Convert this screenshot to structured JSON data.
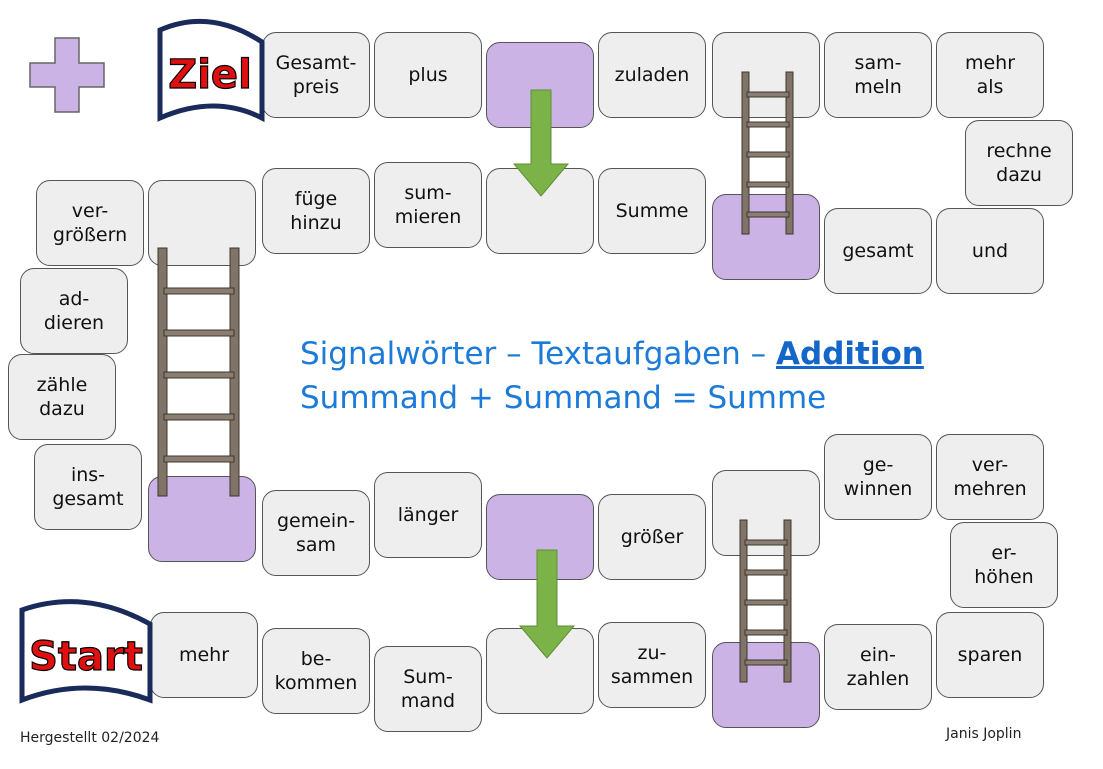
{
  "plus_symbol": "plus-icon",
  "colors": {
    "tile": "#eeeeee",
    "special": "#cbb3e6",
    "title": "#1c7ad9",
    "arrow": "#7bb348",
    "flag_text": "#e01010",
    "flag_border": "#1a2a5a"
  },
  "flags": {
    "goal": "Ziel",
    "start": "Start"
  },
  "tiles": [
    "Gesamt-\npreis",
    "plus",
    "",
    "zuladen",
    "",
    "sam-\nmeln",
    "mehr\nals",
    "rechne\ndazu",
    "ver-\ngrößern",
    "",
    "füge\nhinzu",
    "sum-\nmieren",
    "",
    "Summe",
    "",
    "gesamt",
    "und",
    "ad-\ndieren",
    "zähle\ndazu",
    "ins-\ngesamt",
    "",
    "gemein-\nsam",
    "länger",
    "",
    "größer",
    "",
    "ge-\nwinnen",
    "ver-\nmehren",
    "er-\nhöhen",
    "mehr",
    "be-\nkommen",
    "Sum-\nmand",
    "",
    "zu-\nsammen",
    "",
    "ein-\nzahlen",
    "sparen"
  ],
  "title": {
    "line1_prefix": "Signalwörter – Textaufgaben – ",
    "line1_emph": "Addition",
    "line2": "Summand + Summand = Summe"
  },
  "footer": {
    "date": "Hergestellt 02/2024",
    "author": "Janis Joplin"
  }
}
